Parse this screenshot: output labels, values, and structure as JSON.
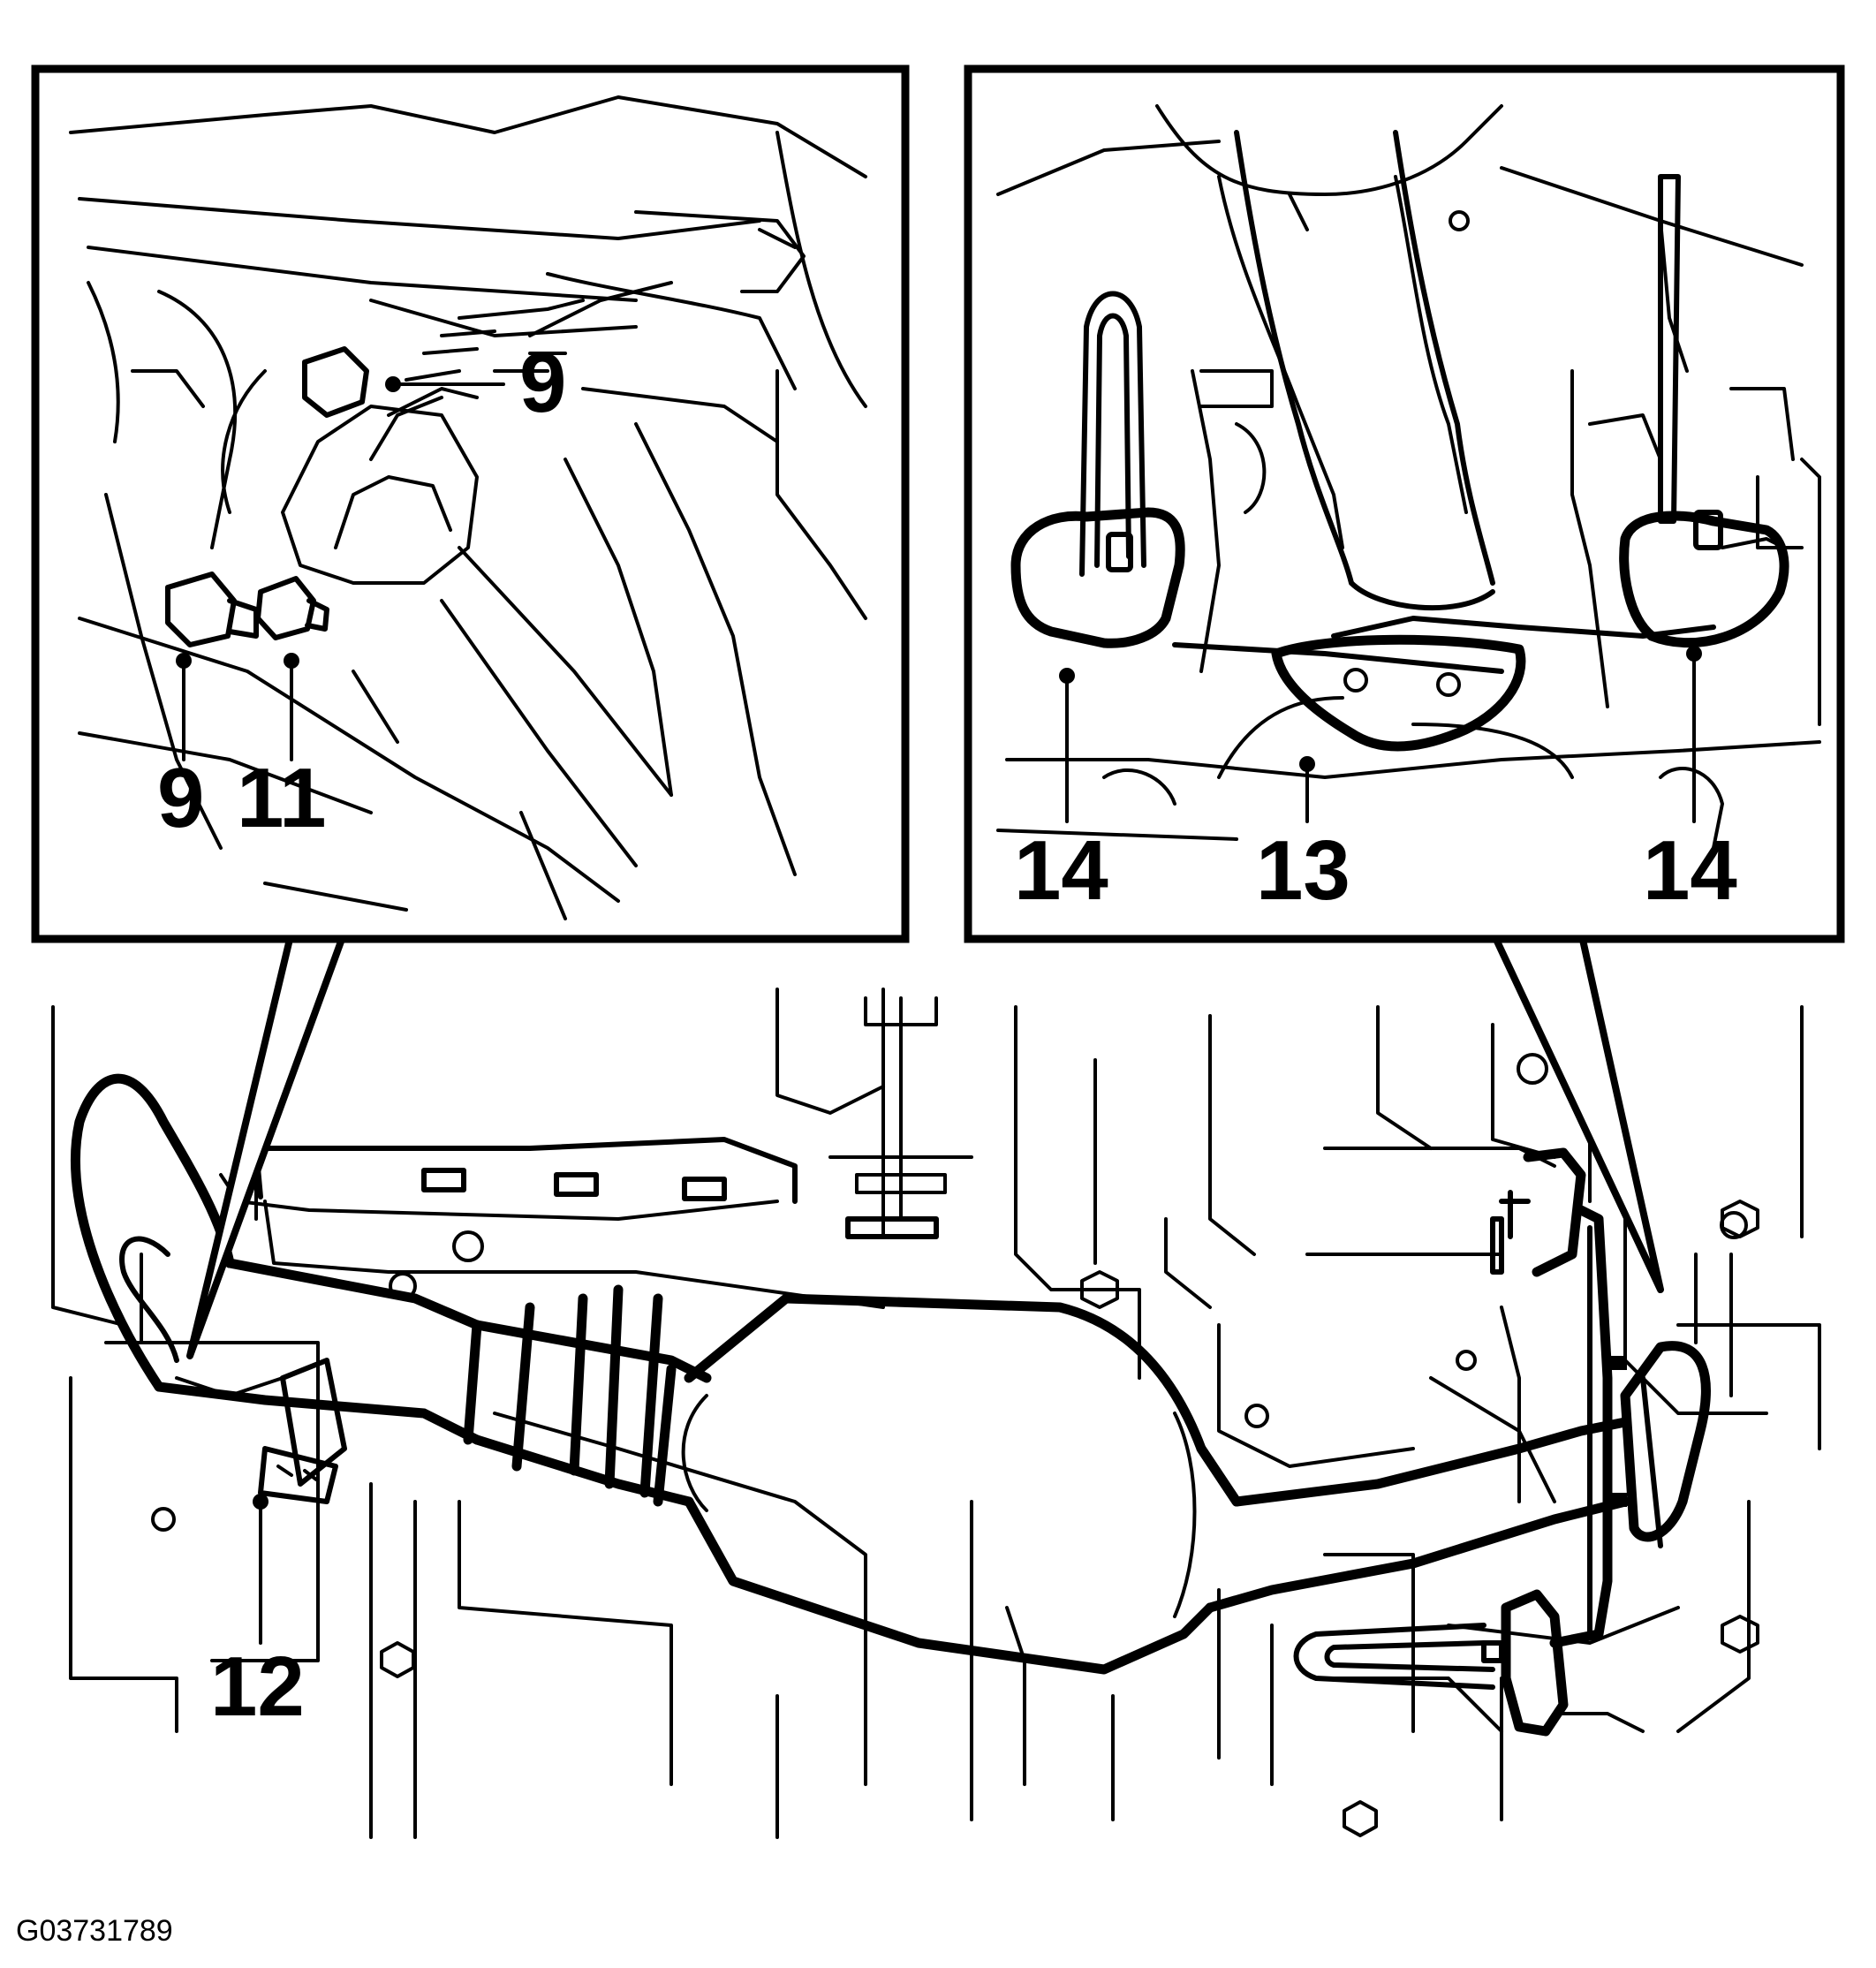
{
  "figure_id": "G03731789",
  "callouts": {
    "left_inset": {
      "c9_top": "9",
      "c9_bottom": "9",
      "c11": "11"
    },
    "right_inset": {
      "c14_left": "14",
      "c13": "13",
      "c14_right": "14"
    },
    "main_view": {
      "c12": "12"
    }
  },
  "colors": {
    "line": "#000000",
    "background": "#ffffff"
  }
}
